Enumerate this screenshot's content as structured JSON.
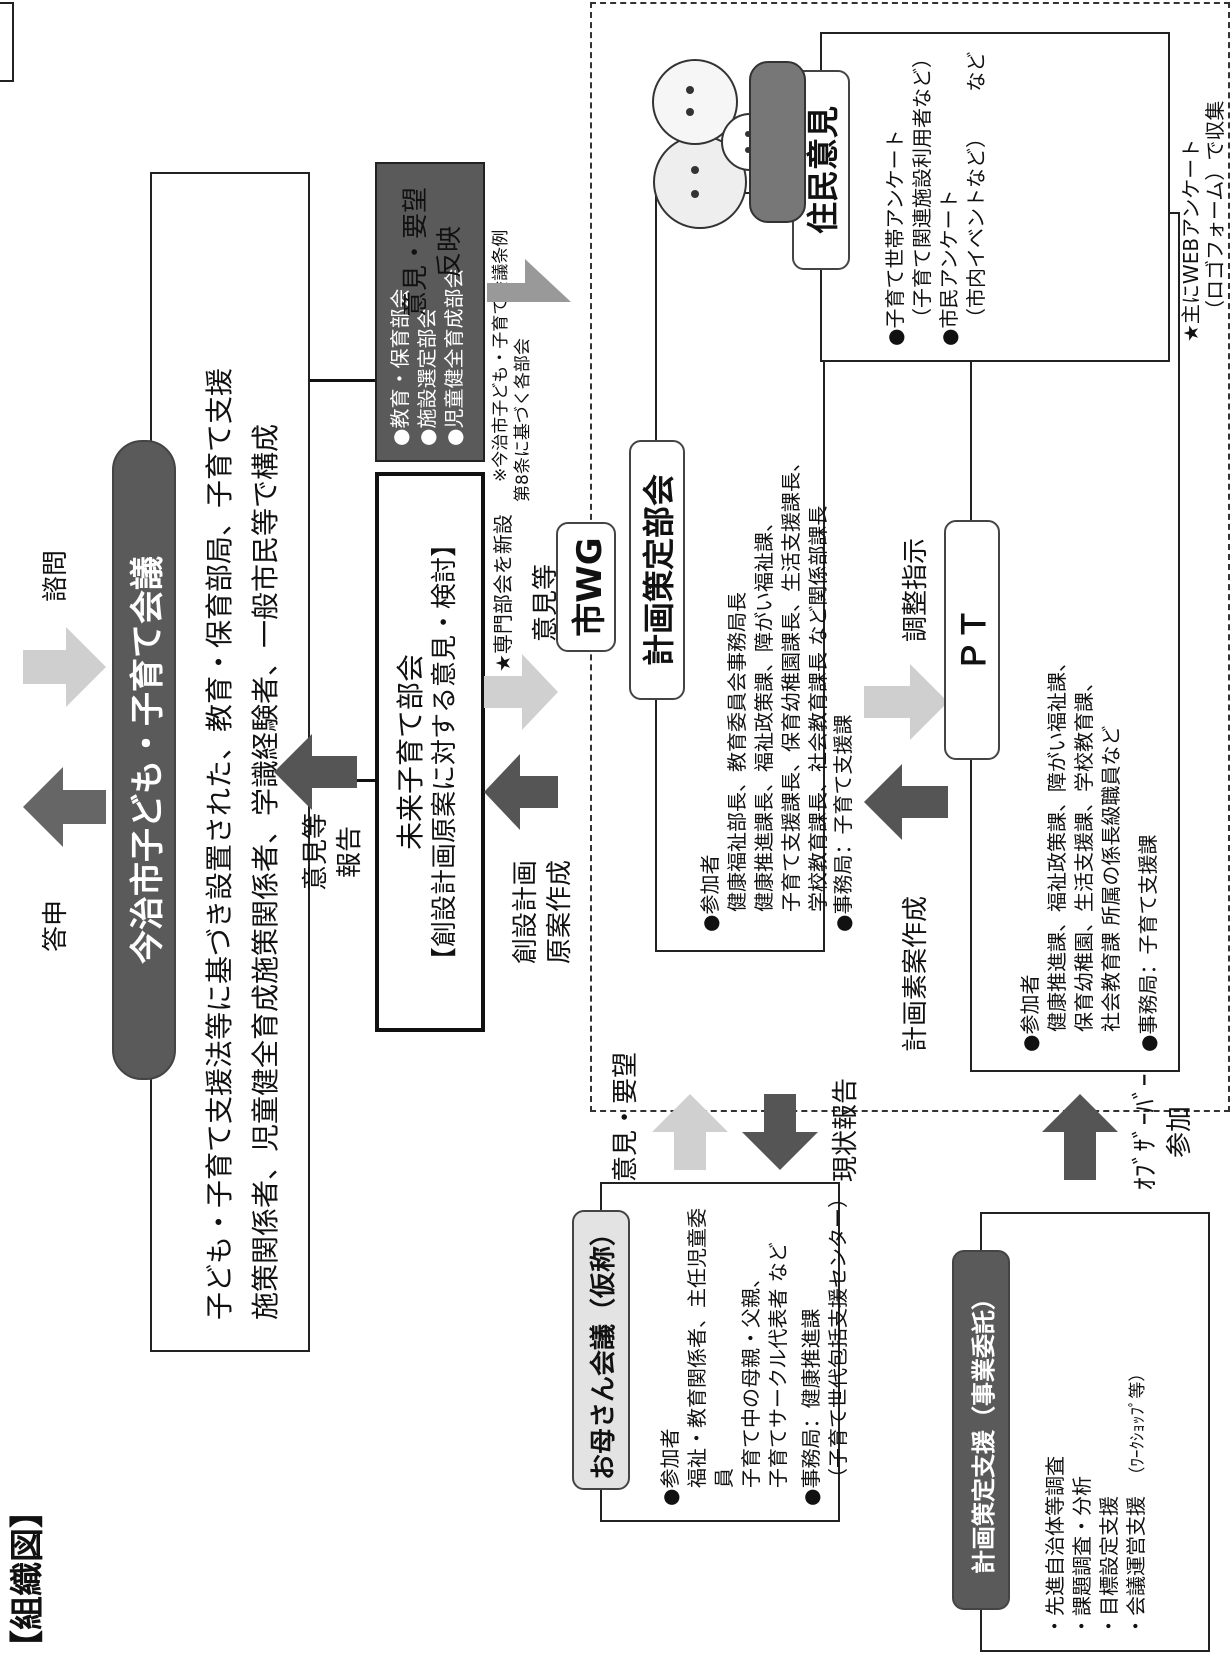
{
  "title_corner": "【組織図】",
  "council": {
    "title": "今治市子ども・子育て会議",
    "desc_line1": "子ども・子育て支援法等に基づき設置された、教育・保育部局、子育て支援",
    "desc_line2": "施策関係者、児童健全育成施策関係者、学識経験者、一般市民等で構成"
  },
  "arrows": {
    "toushin": "答申",
    "shimon": "諮問",
    "iken_houkoku_1": "意見等",
    "iken_houkoku_2": "報告",
    "sousetsu_1": "創設計画",
    "sousetsu_2": "原案作成",
    "ikenra": "意見等",
    "iken_youbou_1": "意見・要望",
    "iken_youbou_2": "反映",
    "keikaku_soan": "計画素案作成",
    "chousei": "調整指示",
    "hahaoya_up": "意見・要望",
    "hahaoya_down": "現状報告",
    "observer_1": "ｵﾌﾞｻﾞｰﾊﾞｰ",
    "observer_2": "参加"
  },
  "sections": {
    "items": [
      "●教育・保育部会",
      "●施設選定部会",
      "●児童健全育成部会"
    ],
    "note_1": "※今治市子ども・子育て会議条例",
    "note_2": "第8条に基づく各部会"
  },
  "mirai": {
    "title": "未来子育て部会",
    "sub": "【創設計画原案に対する意見・検討】",
    "note": "★専門部会を新設"
  },
  "juumin": {
    "label": "住民意見",
    "item1": "●子育て世帯アンケート",
    "item1_sub": "（子育て関連施設利用者など）",
    "item2": "●市民アンケート",
    "item2_sub": "（市内イベントなど）",
    "item2_tail": "など",
    "star_1": "★主にWEBアンケート",
    "star_2": "（ロゴフォーム）で収集"
  },
  "wg": {
    "label": "市WG",
    "bukai_title": "計画策定部会",
    "members_head": "●参加者",
    "members": [
      "健康福祉部長、教育委員会事務局長",
      "健康推進課長、福祉政策課、障がい福祉課、",
      "子育て支援課長、保育幼稚園課長、生活支援課長、",
      "学校教育課長、社会教育課長 など関係部課長"
    ],
    "office": "●事務局：子育て支援課"
  },
  "pt": {
    "label": "ＰＴ",
    "members_head": "●参加者",
    "members": [
      "健康推進課、福祉政策課、障がい福祉課、",
      "保育幼稚園、生活支援課、学校教育課、",
      "社会教育課 所属の係長級職員など"
    ],
    "office": "●事務局：子育て支援課"
  },
  "hahaoya": {
    "label": "お母さん会議（仮称）",
    "members_head": "●参加者",
    "members": [
      "福祉・教育関係者、主任児童委員",
      "子育て中の母親・父親、",
      "子育てサークル代表者 など"
    ],
    "office": "●事務局：健康推進課",
    "office_sub": "（子育て世代包括支援センター）"
  },
  "consult": {
    "label": "計画策定支援（事業委託）",
    "items": [
      "・先進自治体等調査",
      "・課題調査・分析",
      "・目標設定支援",
      "・会議運営支援"
    ],
    "item4_tail": "（ﾜｰｸｼｮｯﾌﾟ等）"
  }
}
